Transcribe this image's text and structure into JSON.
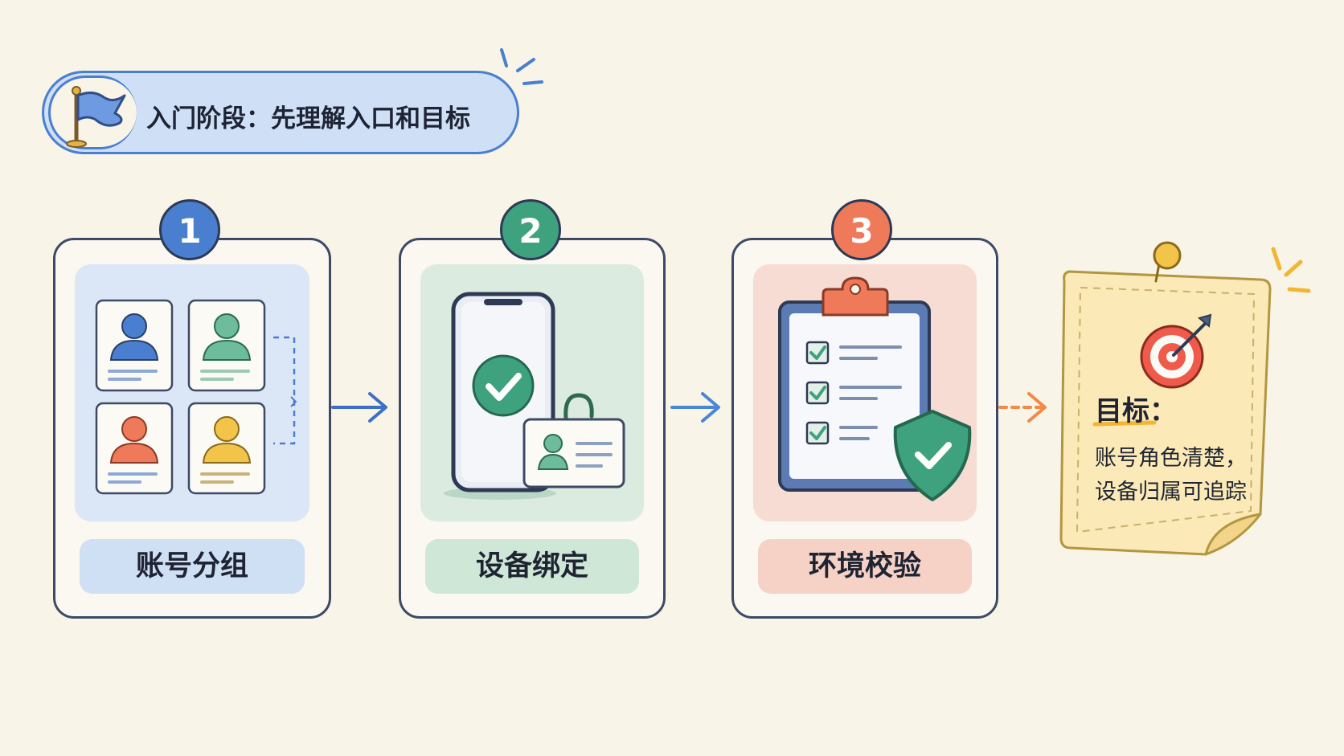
{
  "header": {
    "title": "入门阶段：先理解入口和目标",
    "icon": "flag-icon"
  },
  "steps": [
    {
      "number": "1",
      "label": "账号分组",
      "icon": "user-group-icon",
      "color": "#4a7fcf",
      "tint": "#dbe6f6",
      "label_bg": "#cfdff4"
    },
    {
      "number": "2",
      "label": "设备绑定",
      "icon": "phone-binding-icon",
      "color": "#3fa27f",
      "tint": "#dcebdf",
      "label_bg": "#cfe7d6"
    },
    {
      "number": "3",
      "label": "环境校验",
      "icon": "checklist-shield-icon",
      "color": "#ef7a5a",
      "tint": "#f6dcd3",
      "label_bg": "#f5d1c6"
    }
  ],
  "goal": {
    "title": "目标：",
    "lines": [
      "账号角色清楚，",
      "设备归属可追踪"
    ],
    "icon": "target-icon"
  },
  "colors": {
    "background": "#f8f4e8",
    "blue": "#4a7fcf",
    "green": "#3fa27f",
    "coral": "#ef7a5a",
    "note": "#fbe9b8",
    "arrow_orange": "#f08a4a"
  }
}
